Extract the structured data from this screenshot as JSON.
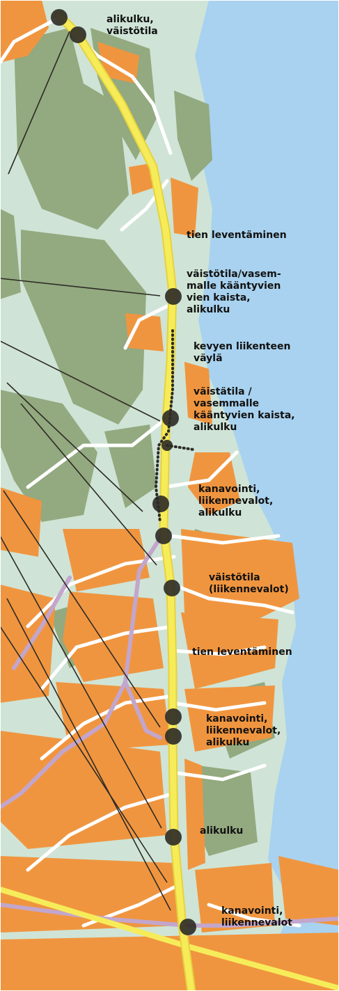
{
  "map": {
    "colors": {
      "water": "#a8d2ef",
      "land": "#cfe4d6",
      "forest": "#93a97f",
      "buildings": "#f0953f",
      "main_road": "#f6ec5a",
      "local_road": "#ffffff",
      "path": "#c3a6cc",
      "marker": "#2c2a26"
    },
    "labels": [
      {
        "text": "alikulku,\nväistötila"
      },
      {
        "text": "tien leventäminen"
      },
      {
        "text": "väistötila/vasem-\nmalle kääntyvien\nvien kaista,\nalikulku"
      },
      {
        "text": "kevyen liikenteen\nväylä"
      },
      {
        "text": "väistätila /\nvasemmalle\nkääntyvien kaista,\nalikulku"
      },
      {
        "text": "kanavointi,\nliikennevalot,\nalikulku"
      },
      {
        "text": "väistötila\n(liikennevalot)"
      },
      {
        "text": "tien leventäminen"
      },
      {
        "text": "kanavointi,\nliikennevalot,\nalikulku"
      },
      {
        "text": "alikulku"
      },
      {
        "text": "kanavointi,\nliikennevalot"
      }
    ]
  }
}
